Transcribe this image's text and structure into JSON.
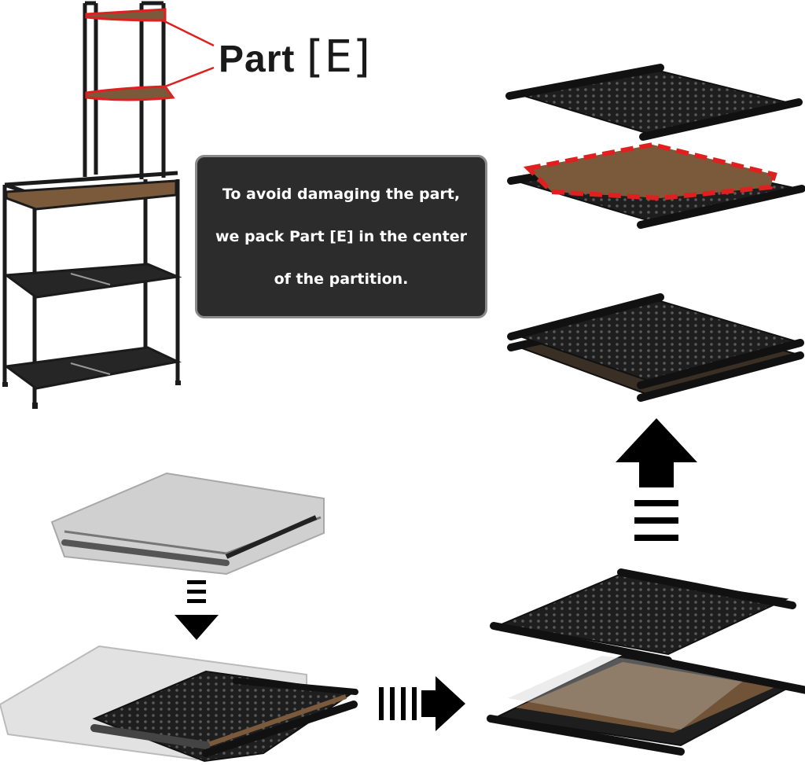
{
  "callout": {
    "label_word": "Part",
    "label_code": "[E]"
  },
  "notice": {
    "line1": "To avoid damaging the part,",
    "line2": "we pack Part [E] in the center",
    "line3": "of the partition."
  },
  "colors": {
    "frame_black": "#1b1b1b",
    "wood_brown": "#7a5a3a",
    "highlight_red": "#e02020",
    "notice_bg": "#2c2c2c",
    "notice_border": "#8a8a8a"
  }
}
